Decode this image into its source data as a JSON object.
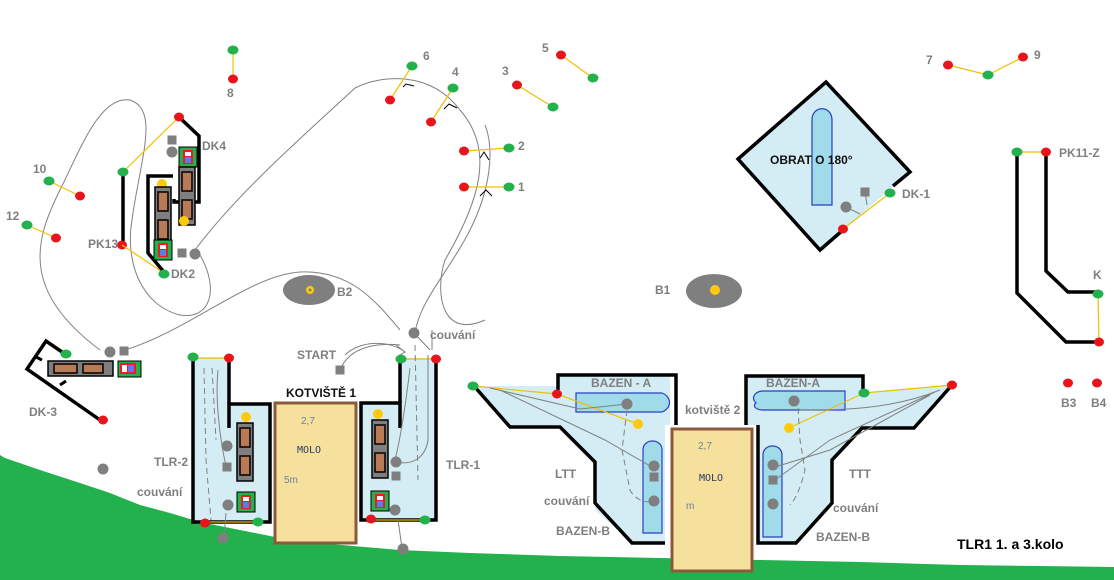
{
  "title": "TLR1  1. a 3.kolo",
  "colors": {
    "gate_red": "#e8141c",
    "gate_green": "#22b14c",
    "buoy_yellow": "#ffc90e",
    "marker_gray": "#7f7f7f",
    "water": "#d4edf4",
    "pool": "#a0dbea",
    "molo": "#f5e19c",
    "grass": "#22b14c"
  },
  "gates": [
    {
      "label": "1"
    },
    {
      "label": "2"
    },
    {
      "label": "3"
    },
    {
      "label": "4"
    },
    {
      "label": "5"
    },
    {
      "label": "6"
    },
    {
      "label": "7"
    },
    {
      "label": "8"
    },
    {
      "label": "9"
    },
    {
      "label": "10"
    },
    {
      "label": "12"
    }
  ],
  "stations": {
    "dk1": "DK-1",
    "dk2": "DK2",
    "dk3": "DK-3",
    "dk4": "DK4",
    "pk13": "PK13",
    "pk11z": "PK11-Z",
    "k": "K",
    "start": "START",
    "tlr1": "TLR-1",
    "tlr2": "TLR-2",
    "ltt": "LTT",
    "ttt": "TTT"
  },
  "buoys": {
    "b1": "B1",
    "b2": "B2",
    "b3": "B3",
    "b4": "B4"
  },
  "areas": {
    "obrat": "OBRAT O 180°",
    "kotviste1": "KOTVIŠTĚ 1",
    "kotviste2": "kotviště 2",
    "bazen_a_left": "BAZEN - A",
    "bazen_a_right": "BAZEN-A",
    "bazen_b_left": "BAZEN-B",
    "bazen_b_right": "BAZEN-B"
  },
  "notes": {
    "couvani": "couvání"
  },
  "molo1": {
    "label": "MOLO",
    "depth": "2,7",
    "length": "5m"
  },
  "molo2": {
    "label": "MOLO",
    "depth": "2,7",
    "length": "m"
  }
}
